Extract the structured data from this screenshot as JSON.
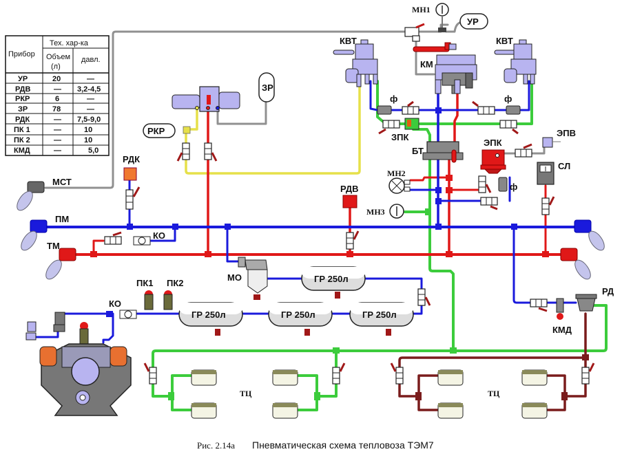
{
  "table": {
    "header_device": "Прибор",
    "header_group": "Тех. хар-ка",
    "header_volume": "Объем (л)",
    "header_volume_line1": "Объем",
    "header_volume_line2": "(л)",
    "header_pressure": "давл.",
    "rows": [
      {
        "device": "УР",
        "volume": "20",
        "pressure": "—"
      },
      {
        "device": "РДВ",
        "volume": "—",
        "pressure": "3,2-4,5"
      },
      {
        "device": "РКР",
        "volume": "6",
        "pressure": "—"
      },
      {
        "device": "ЗР",
        "volume": "78",
        "pressure": "—"
      },
      {
        "device": "РДК",
        "volume": "—",
        "pressure": "7,5-9,0"
      },
      {
        "device": "ПК 1",
        "volume": "—",
        "pressure": "10"
      },
      {
        "device": "ПК 2",
        "volume": "—",
        "pressure": "10"
      },
      {
        "device": "КМД",
        "volume": "—",
        "pressure": "5,0"
      }
    ]
  },
  "labels": {
    "mn1": "МН1",
    "ur": "УР",
    "kvt_left": "КВТ",
    "kvt_right": "КВТ",
    "km": "КМ",
    "f1": "ф",
    "f2": "ф",
    "f3": "ф",
    "zpk": "ЗПК",
    "bt": "БТ",
    "epk": "ЭПК",
    "epv": "ЭПВ",
    "sl": "СЛ",
    "mn2": "МН2",
    "mn3": "МН3",
    "rdv": "РДВ",
    "rdk": "РДК",
    "rkr": "РКР",
    "zr": "ЗР",
    "mst": "МСТ",
    "pm": "ПМ",
    "tm": "ТМ",
    "ko_top": "КО",
    "ko_bottom": "КО",
    "mo": "МО",
    "pk1": "ПК1",
    "pk2": "ПК2",
    "gr1": "ГР 250л",
    "gr2": "ГР 250л",
    "gr3": "ГР 250л",
    "gr4": "ГР 250л",
    "rd": "РД",
    "kmd": "КМД",
    "tc_left": "ТЦ",
    "tc_right": "ТЦ"
  },
  "caption": {
    "prefix": "Рис. 2.14а",
    "title": "Пневматическая схема тепловоза ТЭМ7"
  },
  "colors": {
    "feed_line_pm": "#1a1adc",
    "brake_line_tm": "#e01818",
    "brake_cylinder_line": "#3ccc3c",
    "control_line": "#e6e04a",
    "aux_line": "#909090",
    "independent_brake_line": "#7a1c1c",
    "device_body": "#b8b4f0"
  }
}
